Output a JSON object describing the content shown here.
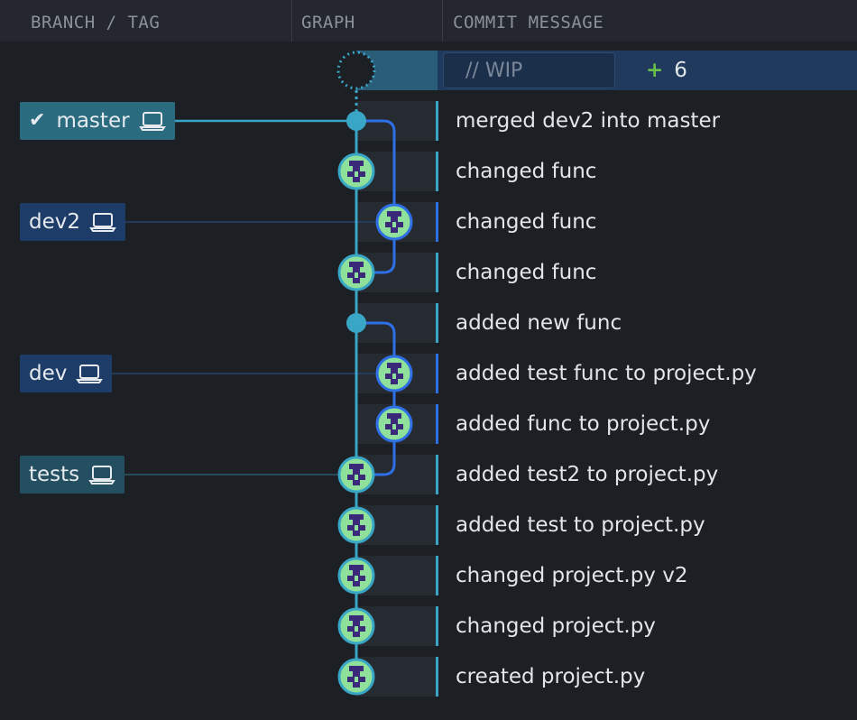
{
  "header": {
    "branch_tag": "BRANCH / TAG",
    "graph": "GRAPH",
    "commit_message": "COMMIT MESSAGE"
  },
  "wip": {
    "placeholder": "// WIP",
    "plus": "+",
    "count": "6"
  },
  "branches": [
    {
      "name": "master",
      "checked": true,
      "icon": "laptop-icon"
    },
    {
      "name": "dev2",
      "checked": false,
      "icon": "laptop-icon"
    },
    {
      "name": "dev",
      "checked": false,
      "icon": "laptop-icon"
    },
    {
      "name": "tests",
      "checked": false,
      "icon": "laptop-icon"
    }
  ],
  "commits": [
    {
      "message": "merged dev2 into master",
      "lane": "main",
      "avatar": false
    },
    {
      "message": "changed func",
      "lane": "main",
      "avatar": true
    },
    {
      "message": "changed func",
      "lane": "side",
      "avatar": true
    },
    {
      "message": "changed func",
      "lane": "main",
      "avatar": true
    },
    {
      "message": "added new func",
      "lane": "main",
      "avatar": false
    },
    {
      "message": "added test func to project.py",
      "lane": "side",
      "avatar": true
    },
    {
      "message": "added func to project.py",
      "lane": "side",
      "avatar": true
    },
    {
      "message": "added test2 to project.py",
      "lane": "main",
      "avatar": true
    },
    {
      "message": "added test to project.py",
      "lane": "main",
      "avatar": true
    },
    {
      "message": "changed project.py v2",
      "lane": "main",
      "avatar": true
    },
    {
      "message": "changed project.py",
      "lane": "main",
      "avatar": true
    },
    {
      "message": "created project.py",
      "lane": "main",
      "avatar": true
    }
  ],
  "colors": {
    "main_lane": "#3aa6c6",
    "side_lane": "#2e6fe6",
    "avatar_green": "#8ee09a",
    "avatar_purple": "#3b2a7a"
  }
}
